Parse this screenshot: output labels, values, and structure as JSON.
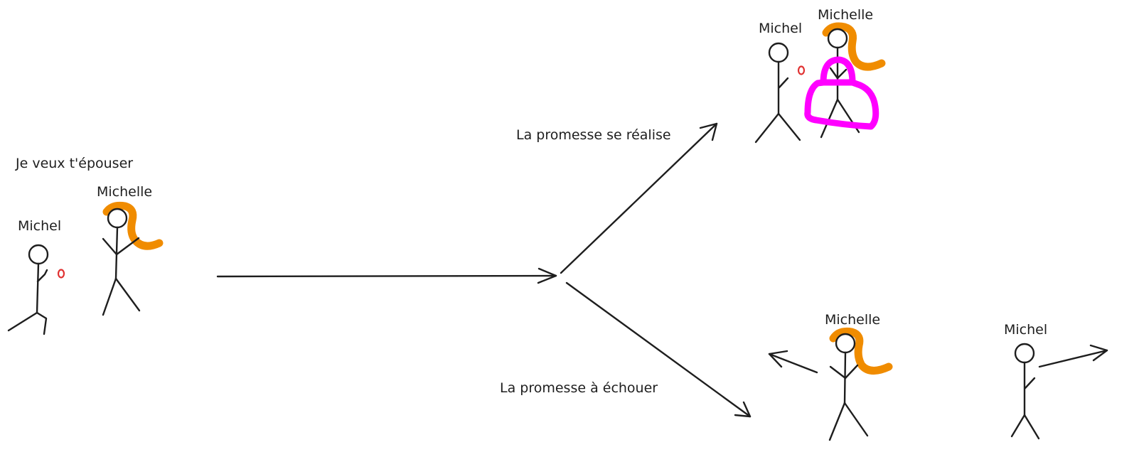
{
  "texts": {
    "intro": "Je veux t'épouser",
    "success": "La promesse se réalise",
    "failure": "La promesse à échouer",
    "michel": "Michel",
    "michelle": "Michelle"
  },
  "colors": {
    "ink": "#1e1e1e",
    "hair": "#f08c00",
    "dress": "#ff00ff",
    "ring": "#e03131"
  }
}
